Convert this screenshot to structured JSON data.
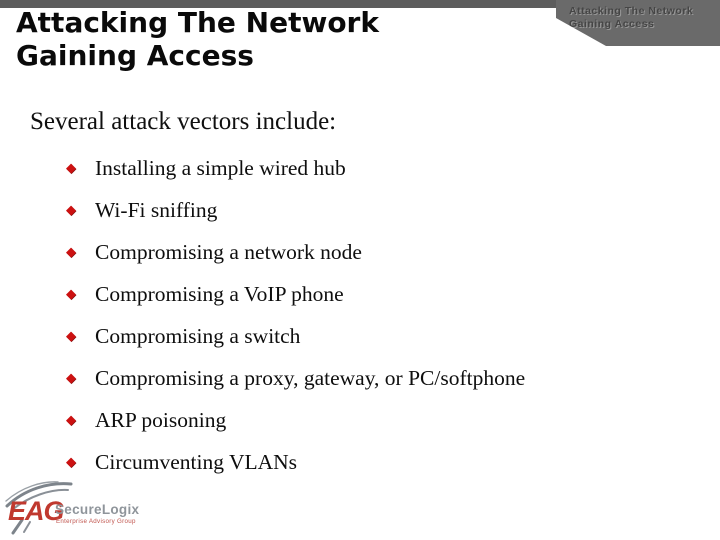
{
  "header_box": {
    "line1": "Attacking The Network",
    "line2": "Gaining Access"
  },
  "title": {
    "line1": "Attacking The Network",
    "line2": "Gaining Access"
  },
  "body": {
    "intro": "Several attack vectors include:",
    "bullet_glyph": "◆",
    "bullets": [
      "Installing a simple wired hub",
      "Wi-Fi sniffing",
      "Compromising a network node",
      "Compromising a VoIP phone",
      "Compromising a switch",
      "Compromising a proxy, gateway, or PC/softphone",
      "ARP poisoning",
      "Circumventing VLANs"
    ]
  },
  "logo": {
    "acronym": "EAG",
    "company": "SecureLogix",
    "tagline": "Enterprise Advisory Group"
  },
  "colors": {
    "accent_red": "#cc1111",
    "top_strip": "#5d5d5d",
    "header_box_bg": "#6a6a6a",
    "header_box_text": "#454545",
    "logo_red": "#c0392f",
    "logo_gray": "#8f959b"
  }
}
